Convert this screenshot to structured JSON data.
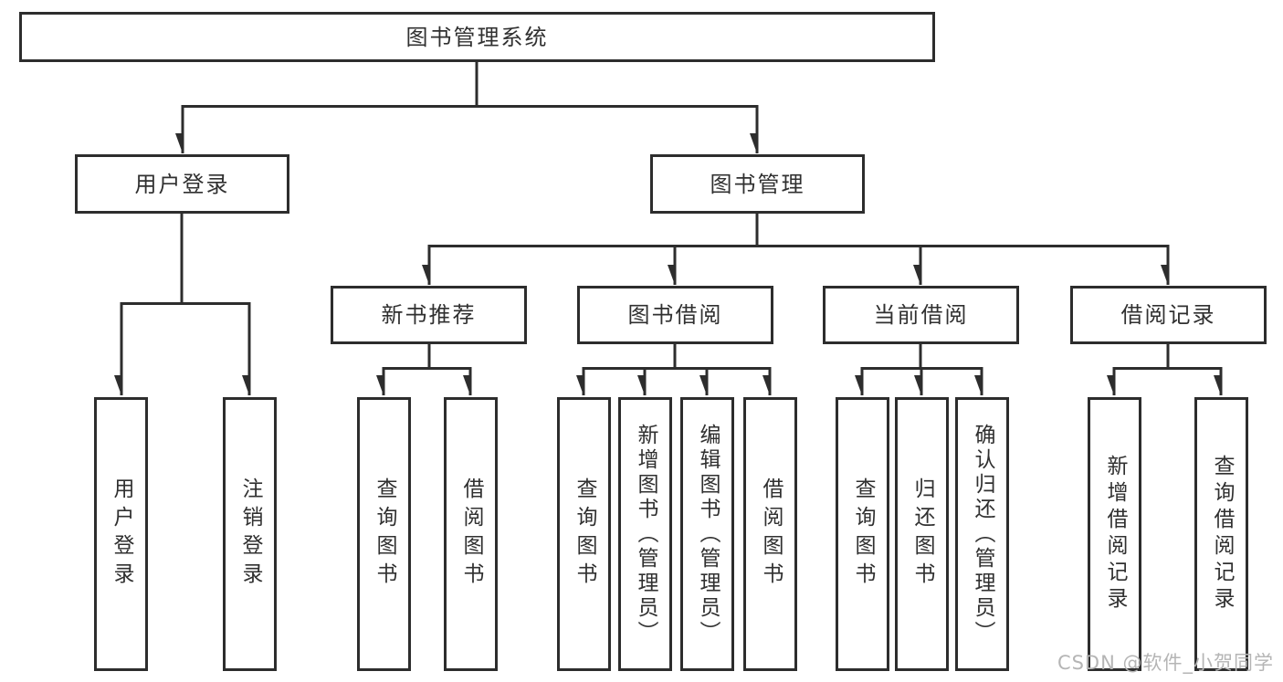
{
  "nodes": {
    "root": "图书管理系统",
    "user_login": "用户登录",
    "book_mgmt": "图书管理",
    "new_book_rec": "新书推荐",
    "book_borrow": "图书借阅",
    "current_borrow": "当前借阅",
    "borrow_records": "借阅记录",
    "ul_user_login": "用户登录",
    "ul_logout": "注销登录",
    "nb_query_book": "查询图书",
    "nb_borrow_book": "借阅图书",
    "bb_query_book": "查询图书",
    "bb_add_book": "新增图书（管理员）",
    "bb_edit_book": "编辑图书（管理员）",
    "bb_borrow_book": "借阅图书",
    "cb_query_book": "查询图书",
    "cb_return_book": "归还图书",
    "cb_confirm_return": "确认归还（管理员）",
    "br_add_record": "新增借阅记录",
    "br_query_record": "查询借阅记录"
  },
  "watermark": "CSDN @软件_小贺同学",
  "colors": {
    "line": "#2d2d2d",
    "text": "#303030",
    "background": "#ffffff",
    "watermark": "#b5b5b5"
  }
}
